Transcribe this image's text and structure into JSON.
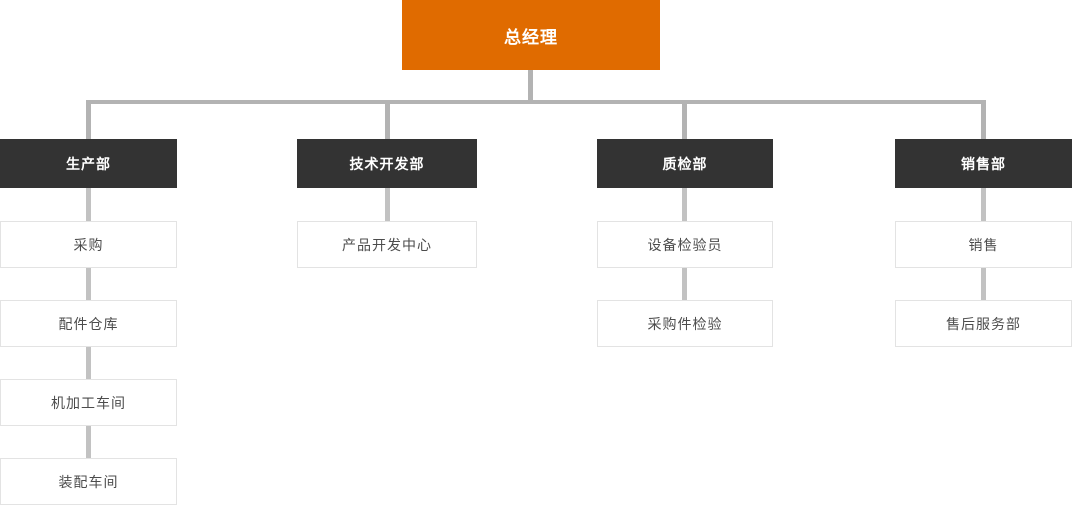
{
  "chart": {
    "type": "org-chart",
    "root": {
      "label": "总经理"
    },
    "columns": [
      {
        "dept": {
          "label": "生产部"
        },
        "children": [
          {
            "label": "采购"
          },
          {
            "label": "配件仓库"
          },
          {
            "label": "机加工车间"
          },
          {
            "label": "装配车间"
          }
        ]
      },
      {
        "dept": {
          "label": "技术开发部"
        },
        "children": [
          {
            "label": "产品开发中心"
          }
        ]
      },
      {
        "dept": {
          "label": "质检部"
        },
        "children": [
          {
            "label": "设备检验员"
          },
          {
            "label": "采购件检验"
          }
        ]
      },
      {
        "dept": {
          "label": "销售部"
        },
        "children": [
          {
            "label": "销售"
          },
          {
            "label": "售后服务部"
          }
        ]
      }
    ],
    "colors": {
      "root_background": "#e06b00",
      "dept_background": "#333333",
      "root_text": "#ffffff",
      "dept_text": "#ffffff",
      "child_text": "#4c4c4c",
      "child_border": "#e3e3e3",
      "connector_main": "#b3b3b3",
      "connector_child": "#c2c2c2",
      "page_background": "#ffffff"
    }
  }
}
